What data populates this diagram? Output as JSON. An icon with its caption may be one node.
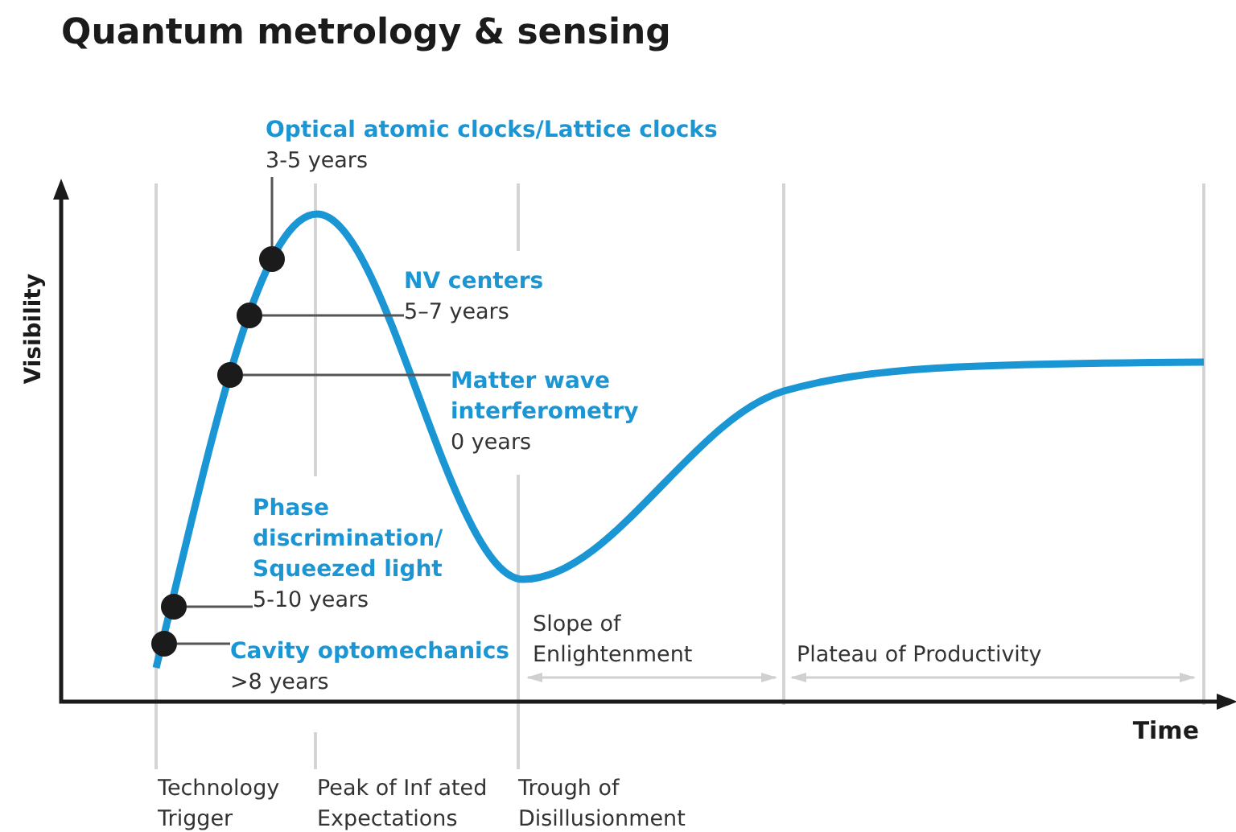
{
  "diagram": {
    "title": "Quantum metrology & sensing",
    "nodes": [
      {
        "text": [
          "Optical atomic clocks/Lattice clocks",
          "3-5 years"
        ]
      },
      {
        "text": [],
        "shape": "circle"
      },
      {
        "text": [
          "NV centers",
          "5–7 years"
        ]
      },
      {
        "text": [],
        "shape": "circle"
      },
      {
        "text": [
          "Matter wave interferometry",
          "0 years"
        ]
      },
      {
        "text": [],
        "shape": "circle"
      },
      {
        "text": [
          "Phase discrimination/ Squeezed light",
          "5-10 years"
        ]
      },
      {
        "text": [],
        "shape": "circle"
      },
      {
        "text": [
          "Cavity optomechanics",
          ">8 years"
        ]
      },
      {
        "text": [],
        "shape": "circle"
      }
    ],
    "edges": [
      {
        "from": 0,
        "to": 1,
        "arrow": "none"
      },
      {
        "from": 2,
        "to": 3,
        "arrow": "none"
      },
      {
        "from": 4,
        "to": 5,
        "arrow": "none"
      },
      {
        "from": 6,
        "to": 7,
        "arrow": "none"
      },
      {
        "from": 8,
        "to": 9,
        "arrow": "none"
      }
    ],
    "labels": [
      "Visibility",
      "Time",
      "Slope of Enlightenment",
      "Plateau of Productivity",
      "Technology Trigger",
      "Peak of Inf ated Expectations",
      "Trough of Disillusionment"
    ]
  }
}
